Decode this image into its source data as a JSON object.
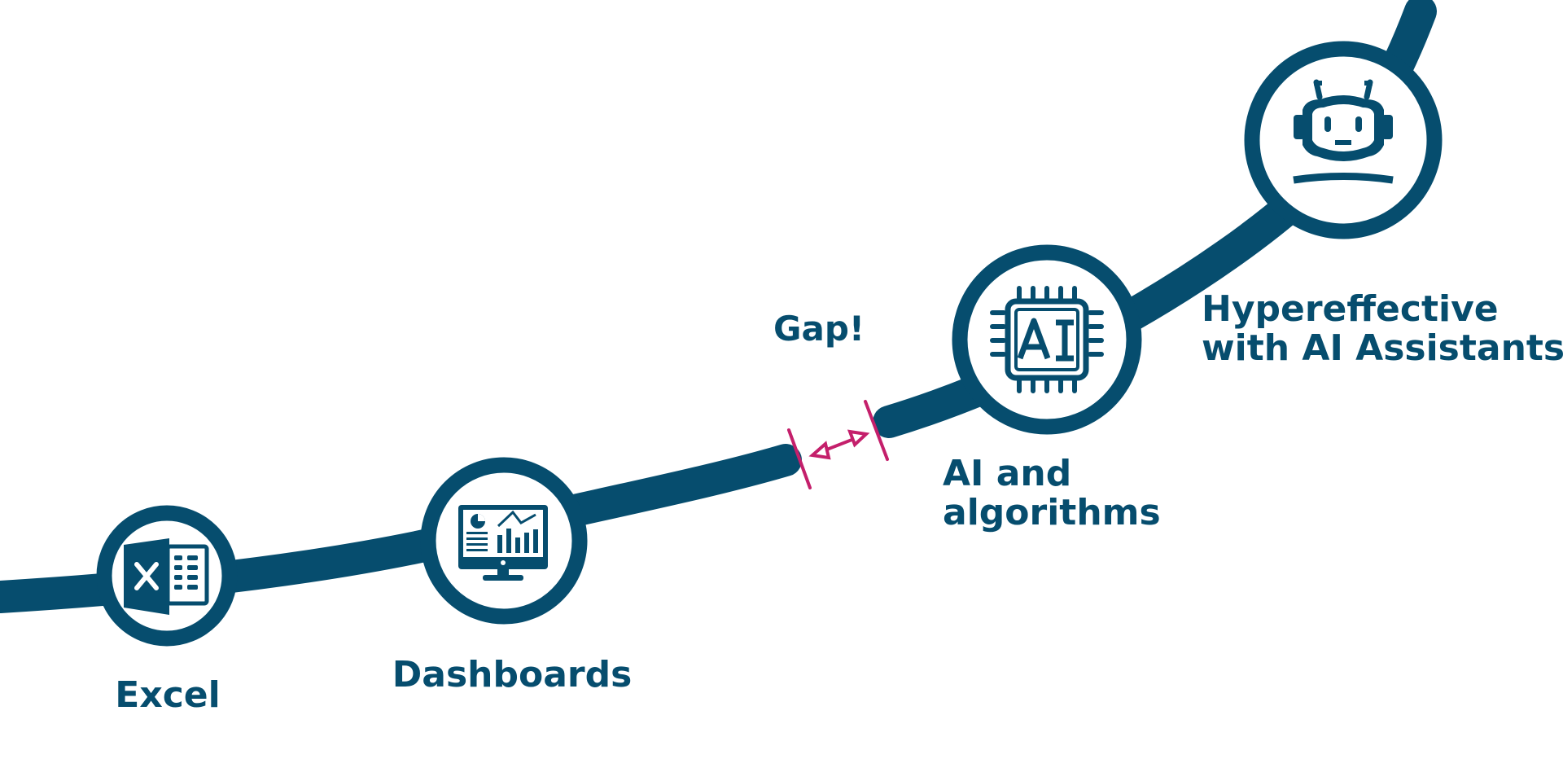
{
  "colors": {
    "primary": "#064d6e",
    "gap_accent": "#c41f6b",
    "background": "#ffffff"
  },
  "stages": [
    {
      "label": "Excel",
      "icon": "excel-icon"
    },
    {
      "label": "Dashboards",
      "icon": "dashboard-monitor-icon"
    },
    {
      "label_lines": [
        "AI and",
        "algorithms"
      ],
      "icon": "ai-chip-icon"
    },
    {
      "label_lines": [
        "Hypereffective",
        "with AI Assistants"
      ],
      "icon": "robot-assistant-icon"
    }
  ],
  "gap_label": "Gap!"
}
